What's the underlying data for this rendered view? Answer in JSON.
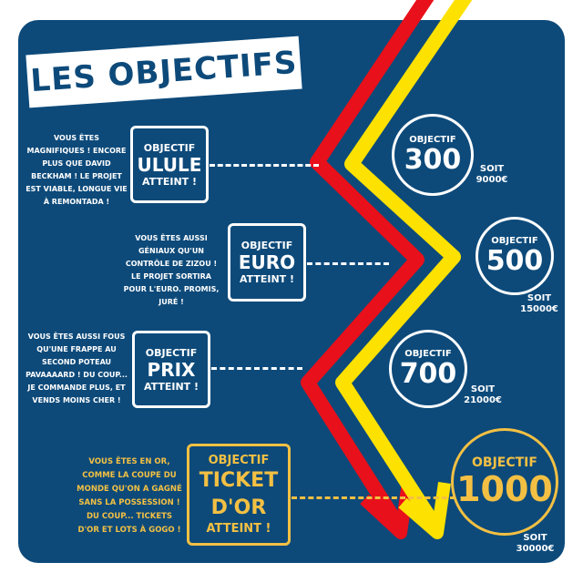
{
  "title": "LES OBJECTIFS",
  "colors": {
    "background": "#0d4a7a",
    "red": "#e8101a",
    "yellow": "#fde100",
    "gold": "#f3c043"
  },
  "objectives": [
    {
      "prefix": "OBJECTIF",
      "name": "ULULE",
      "suffix": "ATTEINT !",
      "description": "Vous êtes magnifiques ! Encore plus que David Beckham ! Le projet est viable, longue vie à Remontada !"
    },
    {
      "prefix": "OBJECTIF",
      "name": "EURO",
      "suffix": "ATTEINT !",
      "description": "Vous êtes aussi géniaux qu'un contrôle de Zizou ! Le projet sortira pour l'Euro. Promis, juré !"
    },
    {
      "prefix": "OBJECTIF",
      "name": "PRIX",
      "suffix": "ATTEINT !",
      "description": "Vous êtes aussi fous qu'une frappe au second poteau Pavaaaard ! Du coup... je commande plus, et vends moins cher !"
    },
    {
      "prefix": "OBJECTIF",
      "name": "TICKET D'OR",
      "suffix": "ATTEINT !",
      "description": "Vous êtes en or, comme la coupe du monde qu'on a gagné sans la possession ! Du coup... tickets d'or et lots à gogo !"
    }
  ],
  "targets": [
    {
      "label": "OBJECTIF",
      "value": "300",
      "soit": "SOIT",
      "amount": "9000€"
    },
    {
      "label": "OBJECTIF",
      "value": "500",
      "soit": "SOIT",
      "amount": "15000€"
    },
    {
      "label": "OBJECTIF",
      "value": "700",
      "soit": "SOIT",
      "amount": "21000€"
    },
    {
      "label": "OBJECTIF",
      "value": "1000",
      "soit": "SOIT",
      "amount": "30000€"
    }
  ]
}
